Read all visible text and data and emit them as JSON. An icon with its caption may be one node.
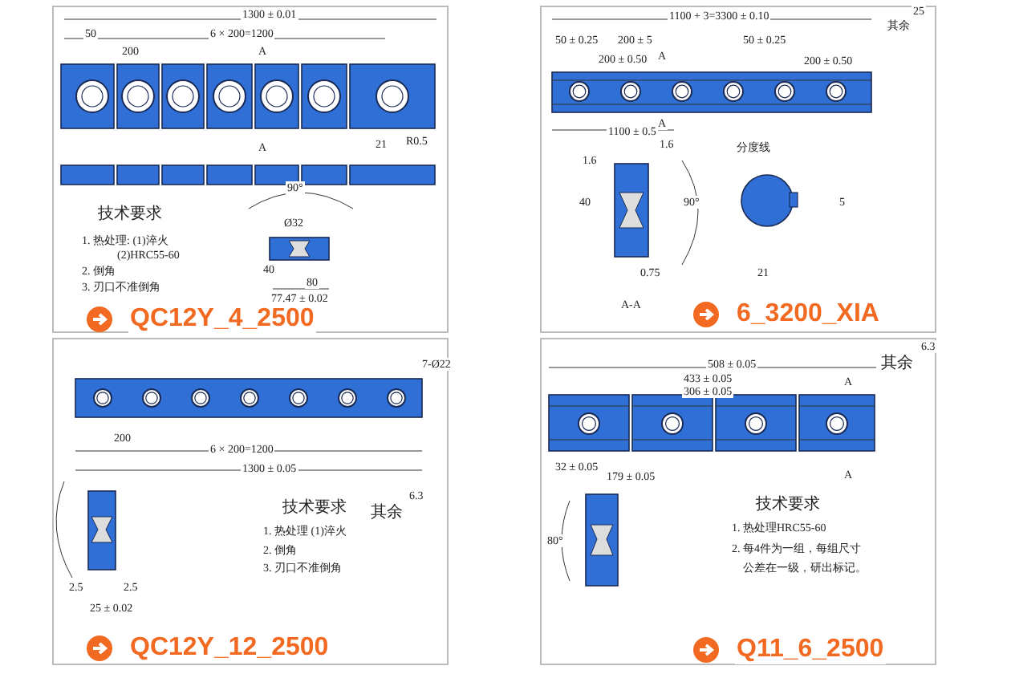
{
  "diagram": {
    "labels": [
      "1300 ± 0.01",
      "50",
      "6 × 200=1200",
      "200",
      "A",
      "A",
      "21",
      "R0.5",
      "90°",
      "技术要求",
      "1. 热处理: (1)淬火",
      "(2)HRC55-60",
      "2. 倒角",
      "3. 刃口不准倒角",
      "Ø32",
      "40",
      "80",
      "77.47 ± 0.02",
      "QC12Y_4_2500",
      "1100 + 3=3300 ± 0.10",
      "其余",
      "25",
      "50 ± 0.25",
      "200 ± 5",
      "50 ± 0.25",
      "200 ± 0.50",
      "A",
      "200 ± 0.50",
      "A",
      "1100 ± 0.5",
      "分度线",
      "1.6",
      "1.6",
      "40",
      "90°",
      "0.75",
      "21",
      "5",
      "A-A",
      "6_3200_XIA",
      "7-Ø22",
      "200",
      "6 × 200=1200",
      "1300 ± 0.05",
      "技术要求",
      "1. 热处理 (1)淬火",
      "2. 倒角",
      "3. 刃口不准倒角",
      "其余",
      "6.3",
      "2.5",
      "2.5",
      "25 ± 0.02",
      "QC12Y_12_2500",
      "508 ± 0.05",
      "其余",
      "6.3",
      "433 ± 0.05",
      "306 ± 0.05",
      "A",
      "A",
      "32 ± 0.05",
      "179 ± 0.05",
      "80°",
      "技术要求",
      "1. 热处理HRC55-60",
      "2. 每4件为一组，每组尺寸",
      "公差在一级，研出标记。",
      "Q11_6_2500"
    ]
  }
}
